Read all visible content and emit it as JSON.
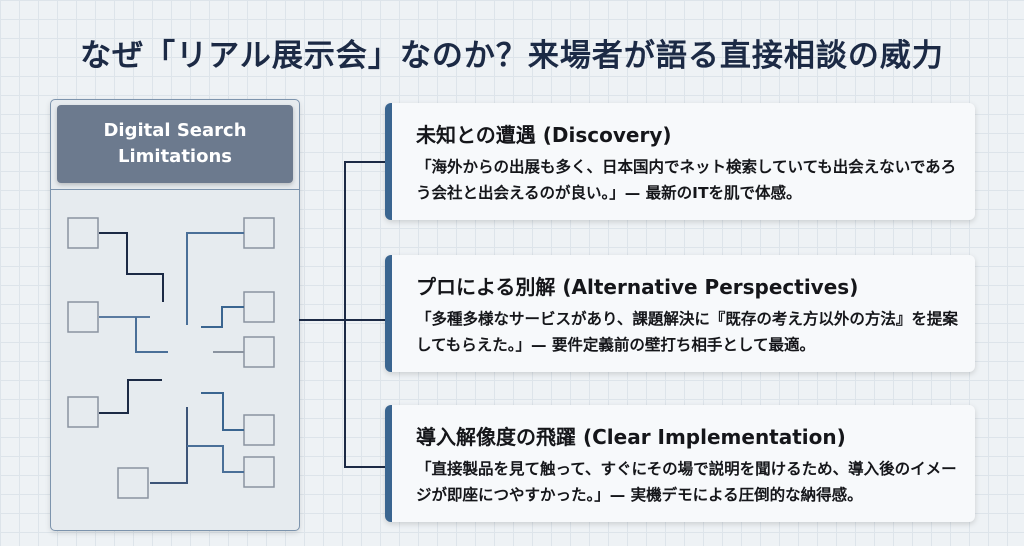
{
  "title": "なぜ「リアル展示会」なのか？来場者が語る直接相談の威力",
  "panel": {
    "heading": "Digital Search Limitations"
  },
  "cards": [
    {
      "heading": "未知との遭遇 (Discovery)",
      "body": "「海外からの出展も多く、日本国内でネット検索していても出会えないであろう会社と出会えるのが良い。」— 最新のITを肌で体感。"
    },
    {
      "heading": "プロによる別解 (Alternative Perspectives)",
      "body": "「多種多様なサービスがあり、課題解決に『既存の考え方以外の方法』を提案してもらえた。」— 要件定義前の壁打ち相手として最適。"
    },
    {
      "heading": "導入解像度の飛躍 (Clear Implementation)",
      "body": "「直接製品を見て触って、すぐにその場で説明を聞けるため、導入後のイメージが即座につやすかった。」— 実機デモによる圧倒的な納得感。"
    }
  ],
  "colors": {
    "accent": "#3a6590",
    "dark_line": "#1c2a45",
    "header_fill": "#6c7a8e"
  }
}
